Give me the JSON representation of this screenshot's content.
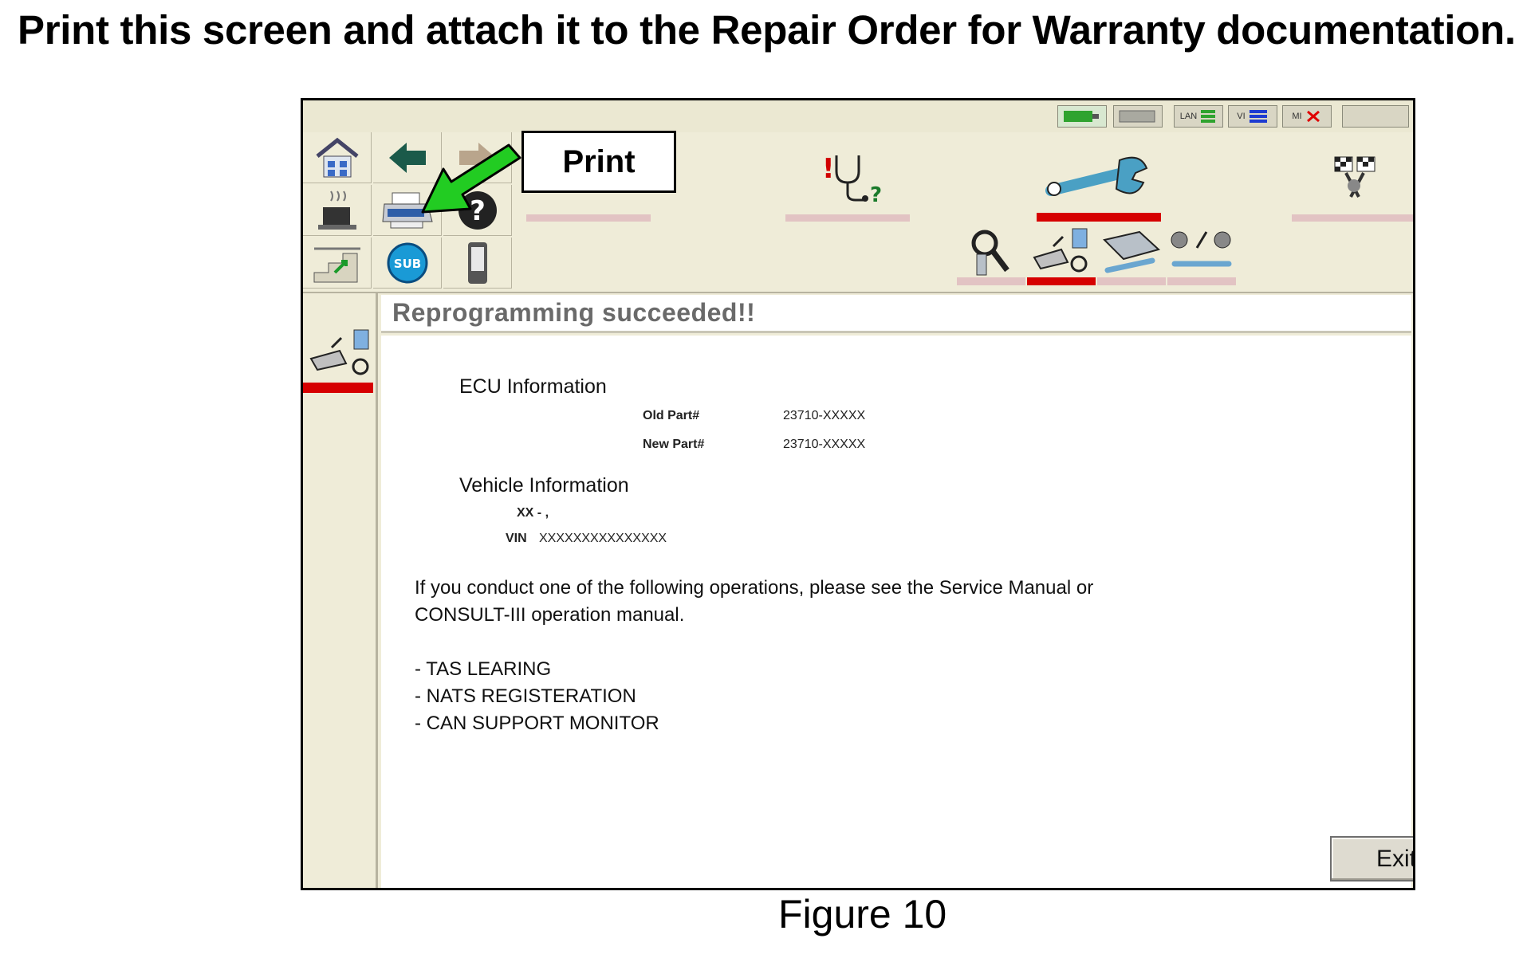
{
  "instruction": "Print this screen and attach it to the Repair Order for Warranty documentation.",
  "caption": "Figure 10",
  "callout": {
    "label": "Print"
  },
  "statusbar": {
    "items": [
      {
        "name": "vi-connection-indicator",
        "label": ""
      },
      {
        "name": "battery-indicator",
        "label": ""
      },
      {
        "name": "lan-indicator",
        "label": "LAN"
      },
      {
        "name": "vi-indicator",
        "label": "VI"
      },
      {
        "name": "mi-indicator",
        "label": "MI"
      },
      {
        "name": "blank-indicator",
        "label": ""
      }
    ]
  },
  "toolbar": {
    "buttons": [
      {
        "name": "home-button",
        "icon": "home-icon"
      },
      {
        "name": "back-button",
        "icon": "back-arrow-icon"
      },
      {
        "name": "forward-button",
        "icon": "forward-arrow-icon"
      },
      {
        "name": "screen-capture-button",
        "icon": "coffee-cup-icon"
      },
      {
        "name": "print-button",
        "icon": "printer-icon"
      },
      {
        "name": "help-button",
        "icon": "help-icon"
      },
      {
        "name": "settings-button",
        "icon": "staircase-icon"
      },
      {
        "name": "sub-mode-button",
        "icon": "sub-icon",
        "label": "SUB"
      },
      {
        "name": "device-button",
        "icon": "handset-icon"
      }
    ]
  },
  "main_tabs": [
    {
      "name": "tab-diagnosis",
      "icon": "stethoscope-icon",
      "active": false
    },
    {
      "name": "tab-repair",
      "icon": "wrench-icon",
      "active": true
    },
    {
      "name": "tab-maintenance",
      "icon": "checkered-flag-icon",
      "active": false
    }
  ],
  "sub_tabs": [
    {
      "name": "subtab-spark-plug",
      "icon": "spark-plug-icon",
      "active": false
    },
    {
      "name": "subtab-reprogramming",
      "icon": "reprogramming-icon",
      "active": true
    },
    {
      "name": "subtab-ecu-tools",
      "icon": "ecu-tool-icon",
      "active": false
    },
    {
      "name": "subtab-work-support",
      "icon": "work-support-icon",
      "active": false
    }
  ],
  "screen_title": "Reprogramming succeeded!!",
  "ecu": {
    "heading": "ECU Information",
    "old_label": "Old Part#",
    "old_value": "23710-XXXXX",
    "new_label": "New Part#",
    "new_value": "23710-XXXXX"
  },
  "vehicle": {
    "heading": "Vehicle Information",
    "model": "XX - ,",
    "vin_label": "VIN",
    "vin_value": "XXXXXXXXXXXXXXX"
  },
  "notice": {
    "line1": "If you conduct one of  the following operations, please see the Service Manual or",
    "line2": "CONSULT-III operation manual.",
    "items": [
      "- TAS LEARING",
      "- NATS REGISTERATION",
      "- CAN SUPPORT MONITOR"
    ]
  },
  "exit_label": "Exit",
  "colors": {
    "active_red": "#d60000",
    "callout_arrow": "#22cc22",
    "frame_bg": "#efecd8"
  }
}
